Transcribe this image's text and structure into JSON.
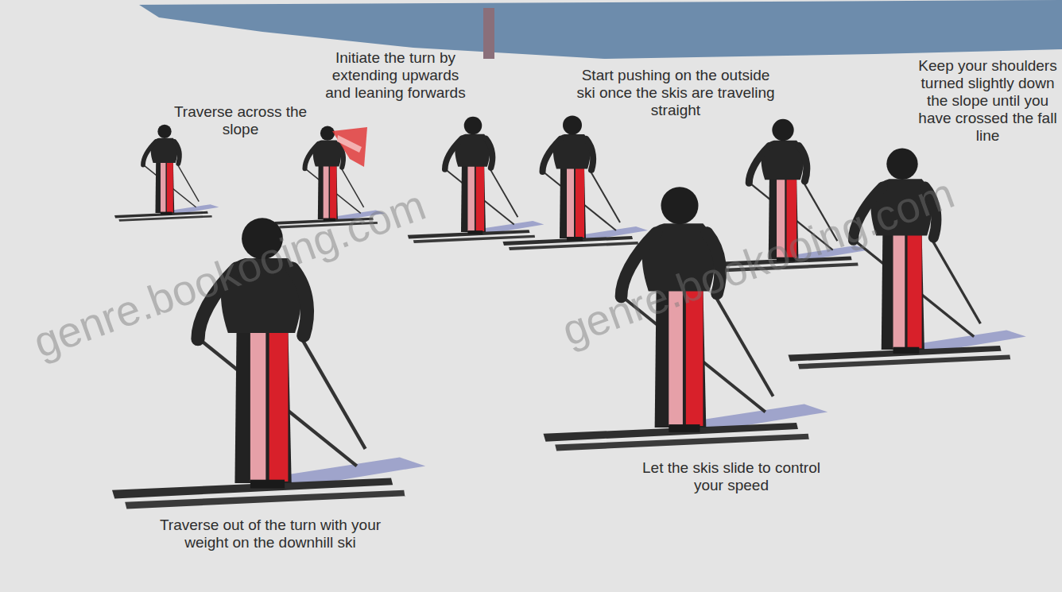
{
  "diagram": {
    "labels": [
      "Traverse across the slope",
      "Initiate the turn by extending upwards and leaning forwards",
      "Start pushing on the outside ski once the skis are traveling straight",
      "Keep your shoulders turned slightly down the slope until you have crossed the fall line",
      "Let the skis slide to control your speed",
      "Traverse out of the turn with your weight on the downhill ski",
      "genre.bookooing.com",
      "genre.bookooing.com"
    ]
  }
}
